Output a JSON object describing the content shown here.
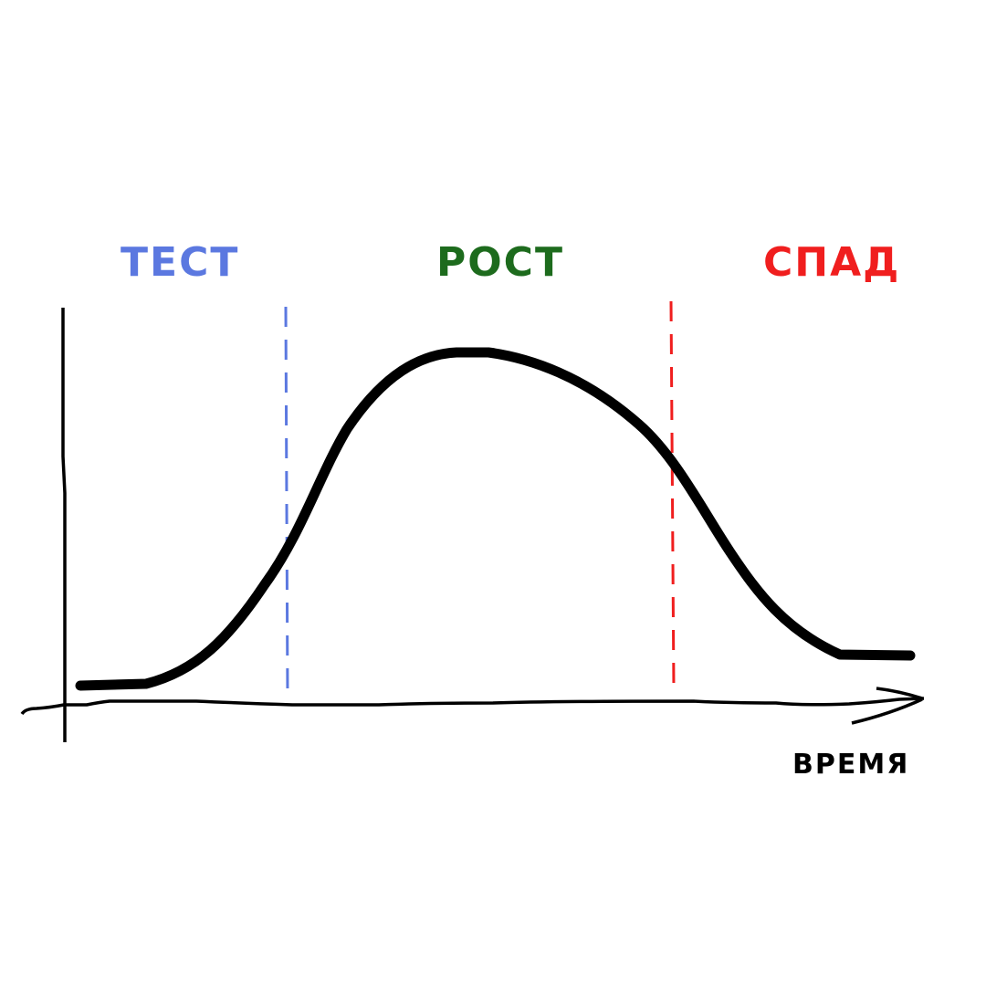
{
  "phases": [
    {
      "label": "ТЕСТ",
      "color": "#5b78e0"
    },
    {
      "label": "РОСТ",
      "color": "#1d6b1d"
    },
    {
      "label": "СПАД",
      "color": "#f01e1e"
    }
  ],
  "x_axis_label": "ВРЕМЯ",
  "colors": {
    "curve": "#000000",
    "axis": "#000000"
  }
}
